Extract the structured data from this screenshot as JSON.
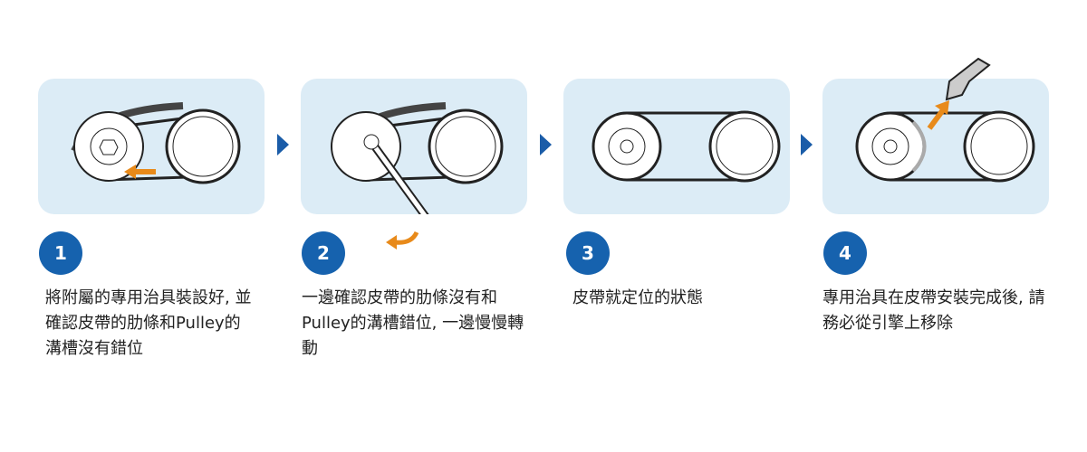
{
  "steps": [
    {
      "number": "1",
      "text": "將附屬的專用治具裝設好, 並確認皮帶的肋條和Pulley的溝槽沒有錯位"
    },
    {
      "number": "2",
      "text": "一邊確認皮帶的肋條沒有和Pulley的溝槽錯位, 一邊慢慢轉動"
    },
    {
      "number": "3",
      "text": "皮帶就定位的狀態"
    },
    {
      "number": "4",
      "text": "專用治具在皮帶安裝完成後, 請務必從引擎上移除"
    }
  ],
  "colors": {
    "panel": "#dcecf6",
    "accent": "#1662ae",
    "arrow": "#e88a1a"
  }
}
